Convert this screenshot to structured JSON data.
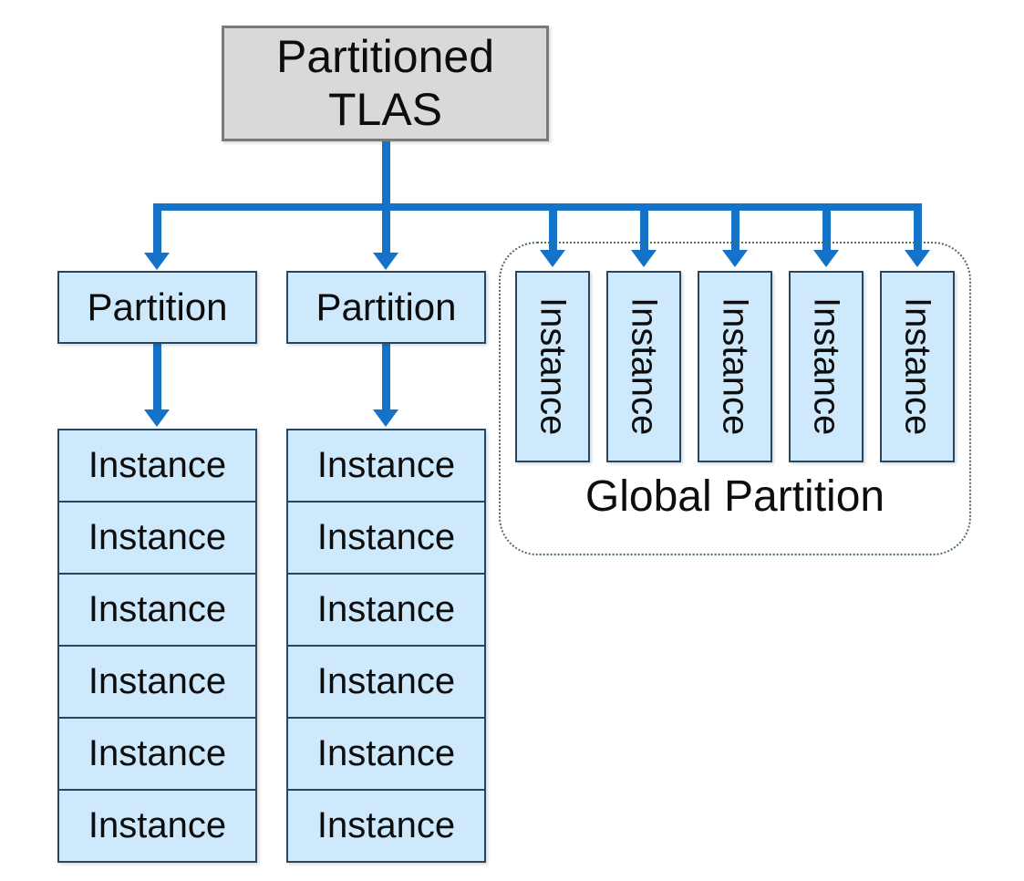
{
  "root": {
    "label": "Partitioned TLAS",
    "label_lines": [
      "Partitioned",
      "TLAS"
    ]
  },
  "partitions": [
    {
      "label": "Partition",
      "instances": [
        "Instance",
        "Instance",
        "Instance",
        "Instance",
        "Instance",
        "Instance"
      ]
    },
    {
      "label": "Partition",
      "instances": [
        "Instance",
        "Instance",
        "Instance",
        "Instance",
        "Instance",
        "Instance"
      ]
    }
  ],
  "global_partition": {
    "label": "Global Partition",
    "instances": [
      "Instance",
      "Instance",
      "Instance",
      "Instance",
      "Instance"
    ]
  },
  "colors": {
    "arrow_blue": "#1473c8",
    "box_fill": "#cde9fb",
    "box_border": "#28465f",
    "root_fill": "#d9d9d9",
    "root_border": "#7a7a7a",
    "global_dotted_border": "#4f7058",
    "background": "#ffffff",
    "text": "#0d0d0d"
  }
}
